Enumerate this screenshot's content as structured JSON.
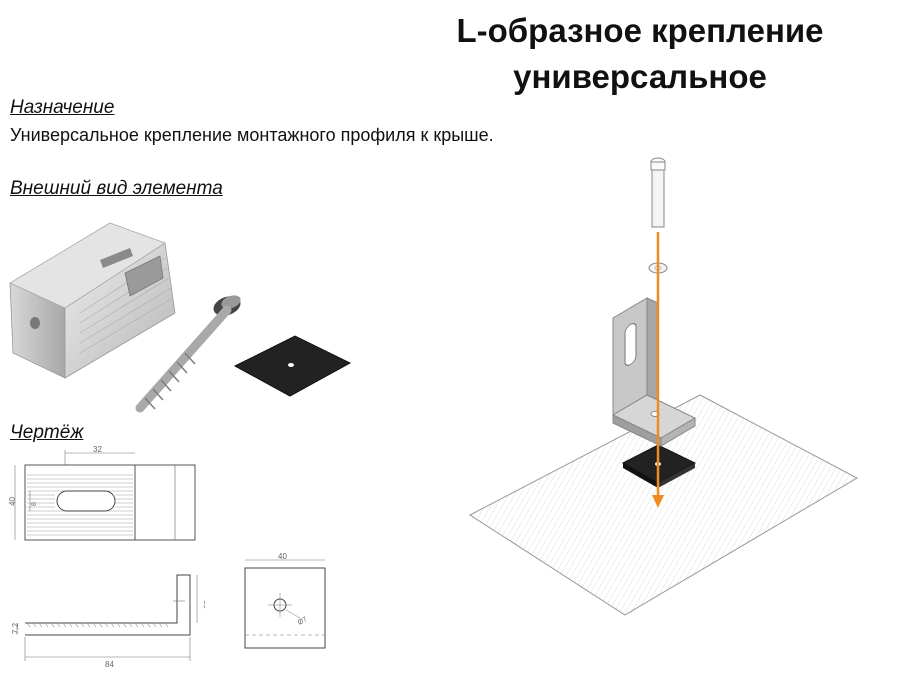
{
  "header": {
    "title_line1": "L-образное крепление",
    "title_line2": "универсальное"
  },
  "sections": {
    "purpose_heading": "Назначение",
    "purpose_text": "Универсальное крепление монтажного профиля к крыше.",
    "appearance_heading": "Внешний вид элемента",
    "drawing_heading": "Чертёж"
  },
  "drawing_top": {
    "width_dim": "32",
    "height_dim": "40",
    "slot_dim": "8"
  },
  "drawing_side": {
    "length_dim": "84",
    "height_dim": "38",
    "thickness_dim": "7,2"
  },
  "drawing_pad": {
    "width_dim": "40",
    "hole_dim": "Ø7"
  },
  "colors": {
    "arrow": "#f08c1e",
    "bracket": "#c8c8c8",
    "pad": "#222222",
    "roof_hatch": "#bbbbbb"
  }
}
